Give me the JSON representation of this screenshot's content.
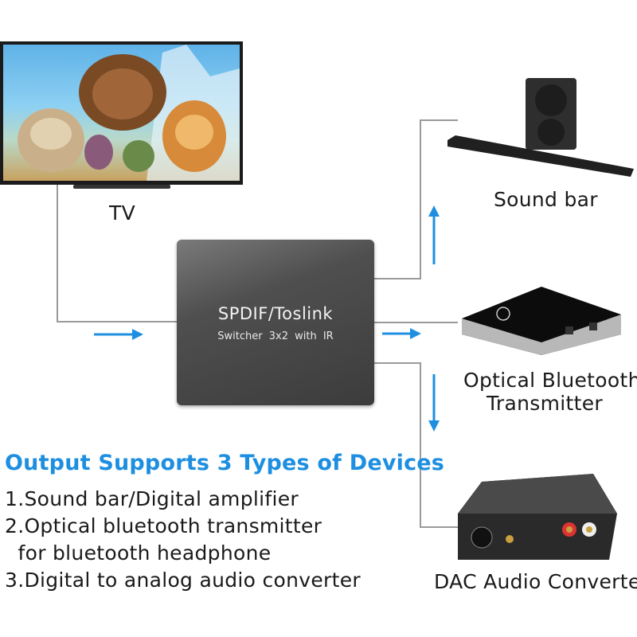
{
  "labels": {
    "tv": "TV",
    "sound_bar": "Sound bar",
    "bt_line1": "Optical Bluetooth",
    "bt_line2": "Transmitter",
    "dac": "DAC Audio Converter"
  },
  "switcher": {
    "title": "SPDIF/Toslink",
    "subtitle": "Switcher 3x2 with IR"
  },
  "headline": "Output Supports 3 Types of Devices",
  "list": [
    "1.Sound bar/Digital amplifier",
    "2.Optical bluetooth transmitter",
    "  for bluetooth headphone",
    "3.Digital to analog audio converter"
  ],
  "colors": {
    "accent": "#1e8fe0",
    "line": "#9a9a9a"
  }
}
